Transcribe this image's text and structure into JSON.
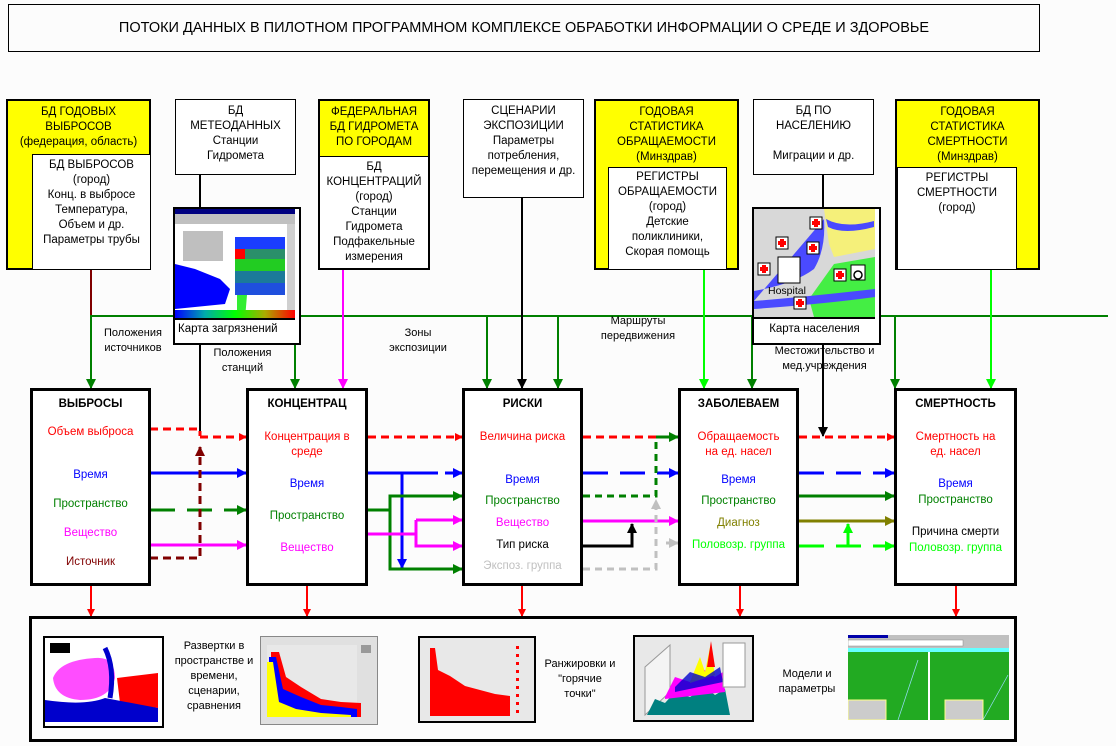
{
  "title": "ПОТОКИ ДАННЫХ В ПИЛОТНОМ ПРОГРАММНОМ КОМПЛЕКСЕ ОБРАБОТКИ ИНФОРМАЦИИ О СРЕДЕ И ЗДОРОВЬЕ",
  "colors": {
    "red": "#ff0000",
    "blue": "#0000ff",
    "green": "#008000",
    "magenta": "#ff00ff",
    "brown": "#800000",
    "olive": "#808000",
    "lime": "#00ff00",
    "gray": "#c0c0c0",
    "yellow": "#ffff00"
  },
  "sources": {
    "emissions": {
      "header": [
        "БД ГОДОВЫХ",
        "ВЫБРОСОВ",
        "(федерация, область)"
      ],
      "inner": [
        "БД ВЫБРОСОВ",
        "(город)",
        "Конц. в выбросе",
        "Температура,",
        "Объем и др.",
        "Параметры трубы"
      ]
    },
    "meteo": {
      "lines": [
        "БД",
        "МЕТЕОДАННЫХ",
        "Станции",
        "Гидромета"
      ],
      "map_caption": "Карта загрязнений"
    },
    "hydromet": {
      "header": [
        "ФЕДЕРАЛЬНАЯ",
        "БД ГИДРОМЕТА",
        "ПО ГОРОДАМ"
      ],
      "inner": [
        "БД",
        "КОНЦЕНТРАЦИЙ",
        "(город)",
        "Станции",
        "Гидромета",
        "Подфакельные",
        "измерения"
      ]
    },
    "scenarios": {
      "lines": [
        "СЦЕНАРИИ",
        "ЭКСПОЗИЦИИ",
        "Параметры",
        "потребления,",
        "перемещения и др."
      ]
    },
    "morbidity_stats": {
      "header": [
        "ГОДОВАЯ",
        "СТАТИСТИКА",
        "ОБРАЩАЕМОСТИ",
        "(Минздрав)"
      ],
      "inner": [
        "РЕГИСТРЫ",
        "ОБРАЩАЕМОСТИ",
        "(город)",
        "Детские",
        "поликлиники,",
        "Скорая помощь"
      ]
    },
    "population": {
      "lines": [
        "БД ПО",
        "НАСЕЛЕНИЮ",
        "",
        "Миграции и др."
      ],
      "map_caption": "Карта населения",
      "map_label": "Hospital"
    },
    "mortality_stats": {
      "header": [
        "ГОДОВАЯ",
        "СТАТИСТИКА",
        "СМЕРТНОСТИ",
        "(Минздрав)"
      ],
      "inner": [
        "РЕГИСТРЫ",
        "СМЕРТНОСТИ",
        "(город)"
      ]
    }
  },
  "flow_labels": {
    "sources_pos": [
      "Положения",
      "источников"
    ],
    "stations_pos": [
      "Положения",
      "станций"
    ],
    "exposure_zones": [
      "Зоны",
      "экспозиции"
    ],
    "routes": [
      "Маршруты",
      "передвижения"
    ],
    "residence": [
      "Местожительство и",
      "мед.учреждения"
    ]
  },
  "processes": [
    {
      "title": "ВЫБРОСЫ",
      "rows": [
        {
          "text": "Объем выброса",
          "color": "#ff0000"
        },
        {
          "text": "Время",
          "color": "#0000ff"
        },
        {
          "text": "Пространство",
          "color": "#008000"
        },
        {
          "text": "Вещество",
          "color": "#ff00ff"
        },
        {
          "text": "Источник",
          "color": "#800000"
        }
      ]
    },
    {
      "title": "КОНЦЕНТРАЦ",
      "rows": [
        {
          "text": "Концентрация в",
          "color": "#ff0000"
        },
        {
          "text": "среде",
          "color": "#ff0000"
        },
        {
          "text": "Время",
          "color": "#0000ff"
        },
        {
          "text": "Пространство",
          "color": "#008000"
        },
        {
          "text": "Вещество",
          "color": "#ff00ff"
        }
      ]
    },
    {
      "title": "РИСКИ",
      "rows": [
        {
          "text": "Величина риска",
          "color": "#ff0000"
        },
        {
          "text": "Время",
          "color": "#0000ff"
        },
        {
          "text": "Пространство",
          "color": "#008000"
        },
        {
          "text": "Вещество",
          "color": "#ff00ff"
        },
        {
          "text": "Тип риска",
          "color": "#000000"
        },
        {
          "text": "Экспоз. группа",
          "color": "#c0c0c0"
        }
      ]
    },
    {
      "title": "ЗАБОЛЕВАЕМ",
      "rows": [
        {
          "text": "Обращаемость",
          "color": "#ff0000"
        },
        {
          "text": "на ед. насел",
          "color": "#ff0000"
        },
        {
          "text": "Время",
          "color": "#0000ff"
        },
        {
          "text": "Пространство",
          "color": "#008000"
        },
        {
          "text": "Диагноз",
          "color": "#808000"
        },
        {
          "text": "Половозр. группа",
          "color": "#00ff00"
        }
      ]
    },
    {
      "title": "СМЕРТНОСТЬ",
      "rows": [
        {
          "text": "Смертность на",
          "color": "#ff0000"
        },
        {
          "text": "ед. насел",
          "color": "#ff0000"
        },
        {
          "text": "Время",
          "color": "#0000ff"
        },
        {
          "text": "Пространство",
          "color": "#008000"
        },
        {
          "text": "Причина смерти",
          "color": "#000000"
        },
        {
          "text": "Половозр. группа",
          "color": "#00ff00"
        }
      ]
    }
  ],
  "outputs": [
    {
      "caption": [
        "Развертки в",
        "пространстве и",
        "времени,",
        "сценарии,",
        "сравнения"
      ]
    },
    {
      "caption": [
        "Ранжировки и",
        "\"горячие",
        "точки\""
      ]
    },
    {
      "caption": [
        "Модели и",
        "параметры"
      ]
    }
  ]
}
